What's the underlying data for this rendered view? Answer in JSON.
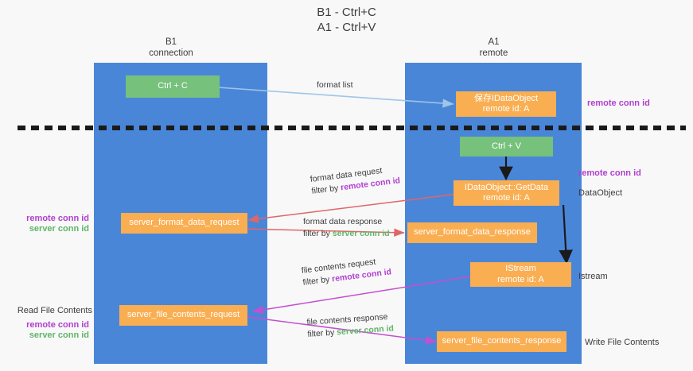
{
  "title": "B1 - Ctrl+C\nA1 - Ctrl+V",
  "colors": {
    "background": "#f8f8f8",
    "lane_blue": "#4a86d8",
    "box_orange": "#f9ae52",
    "box_green": "#76c17c",
    "remote_conn_id": "#b03fd0",
    "server_conn_id": "#5fb567",
    "arrow_format_list": "#9fc5e8",
    "arrow_format_data": "#e06666",
    "arrow_file_contents": "#c44fd0",
    "arrow_black": "#1a1a1a",
    "divider": "#1a1a1a"
  },
  "columns": [
    {
      "id": "b1",
      "name": "B1",
      "role": "connection",
      "header": "B1\nconnection"
    },
    {
      "id": "a1",
      "name": "A1",
      "role": "remote",
      "header": "A1\nremote"
    }
  ],
  "boxes": {
    "ctrl_c": "Ctrl + C",
    "ctrl_v": "Ctrl + V",
    "save_dataobject": "保存IDataObject\nremote id: A",
    "getdata": "IDataObject::GetData\nremote id: A",
    "server_format_data_request": "server_format_data_request",
    "server_format_data_response": "server_format_data_response",
    "istream": "IStream\nremote id: A",
    "server_file_contents_request": "server_file_contents_request",
    "server_file_contents_response": "server_file_contents_response"
  },
  "arrow_labels": {
    "format_list": "format list",
    "format_data_request_line1": "format data request",
    "format_data_request_filter_prefix": "filter by ",
    "format_data_request_filter_key": "remote conn id",
    "format_data_response_line1": "format data response",
    "format_data_response_filter_prefix": "filter by ",
    "format_data_response_filter_key": "server conn id",
    "file_contents_request_line1": "file contents request",
    "file_contents_request_filter_prefix": "filter by ",
    "file_contents_request_filter_key": "remote conn id",
    "file_contents_response_line1": "file contents response",
    "file_contents_response_filter_prefix": "filter by ",
    "file_contents_response_filter_key": "server conn id"
  },
  "side_labels": {
    "right_remote_conn_id_top": "remote conn id",
    "right_remote_conn_id_mid": "remote conn id",
    "right_dataobject": "DataObject",
    "right_istream": "Istream",
    "right_write_file_contents": "Write File Contents",
    "left_remote_conn_id_mid": "remote conn id",
    "left_server_conn_id_mid": "server conn id",
    "left_read_file_contents": "Read File Contents",
    "left_remote_conn_id_bottom": "remote conn id",
    "left_server_conn_id_bottom": "server conn id"
  }
}
